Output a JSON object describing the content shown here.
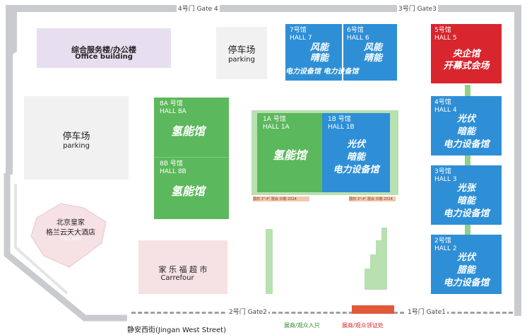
{
  "gates": {
    "gate4": "4号门 Gate 4",
    "gate3": "3号门 Gate3",
    "gate2": "2号门 Gate2",
    "gate1": "1号门 Gate1"
  },
  "buildings": {
    "office": "综合服务楼/办公楼",
    "office_en": "Office building",
    "parking_top_cn": "停车场",
    "parking_top_en": "parking",
    "parking_left_cn": "停车场",
    "parking_left_en": "parking",
    "hotel_cn_1": "北京皇家",
    "hotel_cn_2": "格兰云天大酒店",
    "hotel_faint": "DEL        HOI",
    "carrefour_cn": "家 乐 福 超 市",
    "carrefour_en": "Carrefour"
  },
  "halls": {
    "h7_num": "7号馆",
    "h7_name": "HALL  7",
    "h7_title": "风能\n晴能",
    "h6_num": "6号馆",
    "h6_name": "HALL 6",
    "h6_title": "风能\n晴能",
    "h76_band": "电力设备馆 电力设备馆",
    "h5_num": "5号馆",
    "h5_name": "HALL 5",
    "h5_title": "央企馆\n开幕式会场",
    "h8a_num": "8A 号馆",
    "h8a_name": "HALL 8A",
    "h8a_title": "氢能馆",
    "h8b_num": "8B 号馆",
    "h8b_name": "HALL 8B",
    "h8b_title": "氢能馆",
    "h1a_num": "1A 号馆",
    "h1a_name": "HALL  1A",
    "h1a_title": "氢能馆",
    "h1b_num": "1B 号馆",
    "h1b_name": "HALL  1B",
    "h1b_title": "光伏\n暗能\n电力设备馆",
    "h4_num": "4号馆",
    "h4_name": "HALL  4",
    "h4_title": "光伏\n暗能\n电力设备馆",
    "h3_num": "3号馆",
    "h3_name": "HALL 3",
    "h3_title": "光张\n暗能\n电力设备馆",
    "h2_num": "2号馆",
    "h2_name": "HALL 2",
    "h2_title": "光伏\n腊能\n电力设备馆",
    "strip_label": "展商 3\"-4\" 展会 日期 2024"
  },
  "street": "静安西街(Jingan West Street)",
  "entrances": {
    "exhibitor": "展商/观众入只",
    "visitor": "展商/观众领证处"
  },
  "colors": {
    "blue": "#2e8fd6",
    "green": "#5cb85c",
    "red": "#d9252e",
    "pale_green": "#b8e0b0",
    "purple": "#e7dff0",
    "pink": "#f6e1e4",
    "road": "#c9cbcf"
  }
}
